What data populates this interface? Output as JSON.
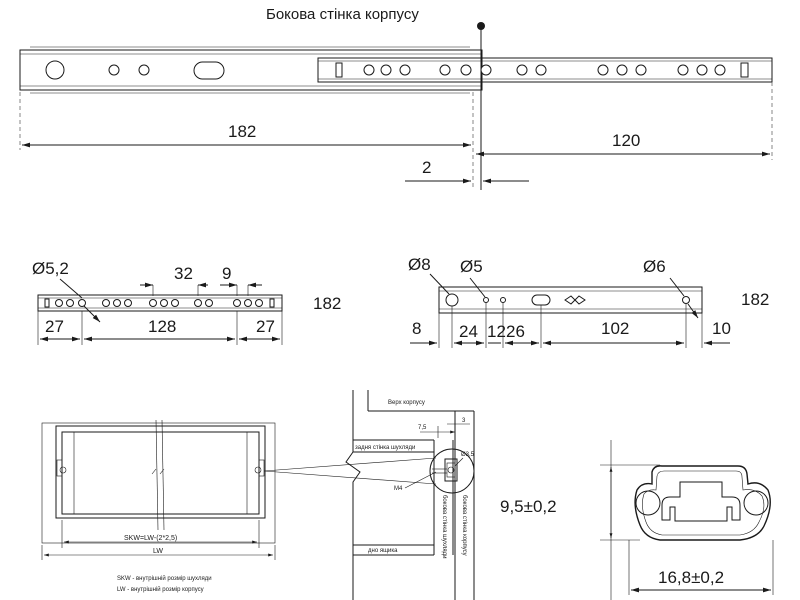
{
  "top_view": {
    "title": "Бокова стінка корпусу",
    "dim_total": "182",
    "dim_extension": "120",
    "dim_gap": "2"
  },
  "inner_rail": {
    "hole_dia": "Ø5,2",
    "pitch_32": "32",
    "pitch_9": "9",
    "left_27": "27",
    "middle_128": "128",
    "right_27": "27",
    "length": "182"
  },
  "outer_rail": {
    "hole_dia_8": "Ø8",
    "hole_dia_5": "Ø5",
    "hole_dia_6": "Ø6",
    "dim_8": "8",
    "dim_24": "24",
    "dim_12": "12",
    "dim_26": "26",
    "dim_102": "102",
    "dim_10": "10",
    "length": "182"
  },
  "installation": {
    "skw_formula": "SKW=LW-(2*2,5)",
    "lw": "LW",
    "legend_skw": "SKW - внутрішній розмір шухляди",
    "legend_lw": "LW -  внутрішній розмір корпусу"
  },
  "detail": {
    "top_label": "Верх корпусу",
    "rear_wall": "задня стінка шухляди",
    "dim_7_5": "7,5",
    "dim_3": "3",
    "hole": "Ø3,5",
    "screw": "M4",
    "drawer_side": "бокова стінка шухляди",
    "cabinet_side": "бокова стінка корпусу",
    "drawer_bottom": "дно ящика"
  },
  "profile": {
    "height": "9,5±0,2",
    "width": "16,8±0,2"
  }
}
